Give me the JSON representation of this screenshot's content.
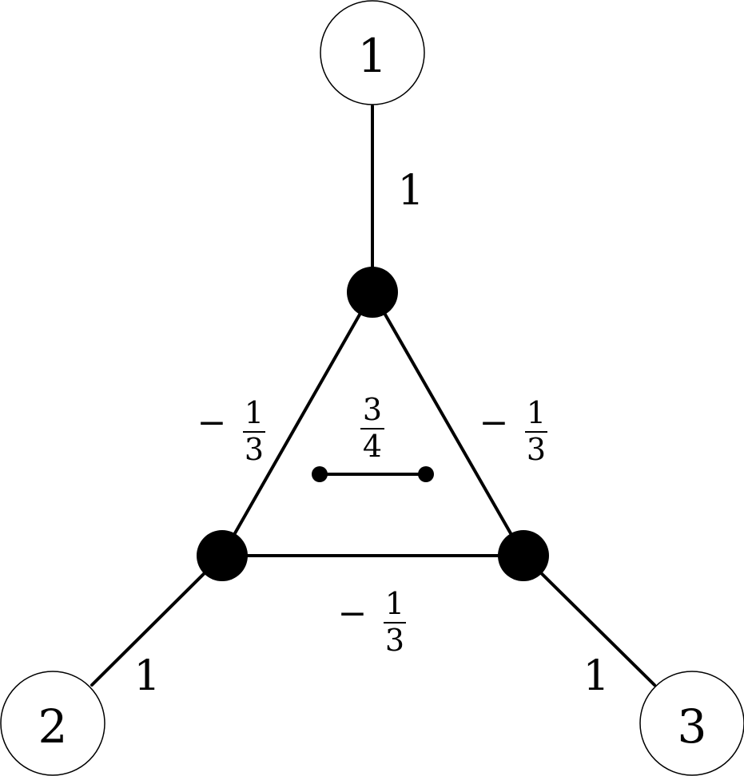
{
  "nodes": {
    "external": [
      {
        "id": "ext-1",
        "label": "1"
      },
      {
        "id": "ext-2",
        "label": "2"
      },
      {
        "id": "ext-3",
        "label": "3"
      }
    ]
  },
  "edges": {
    "external": [
      {
        "id": "edge-1",
        "weight": "1"
      },
      {
        "id": "edge-2",
        "weight": "1"
      },
      {
        "id": "edge-3",
        "weight": "1"
      }
    ],
    "triangle": [
      {
        "id": "edge-left",
        "sign": "−",
        "numerator": "1",
        "denominator": "3"
      },
      {
        "id": "edge-right",
        "sign": "−",
        "numerator": "1",
        "denominator": "3"
      },
      {
        "id": "edge-bottom",
        "sign": "−",
        "numerator": "1",
        "denominator": "3"
      }
    ],
    "inner": {
      "numerator": "3",
      "denominator": "4"
    }
  }
}
